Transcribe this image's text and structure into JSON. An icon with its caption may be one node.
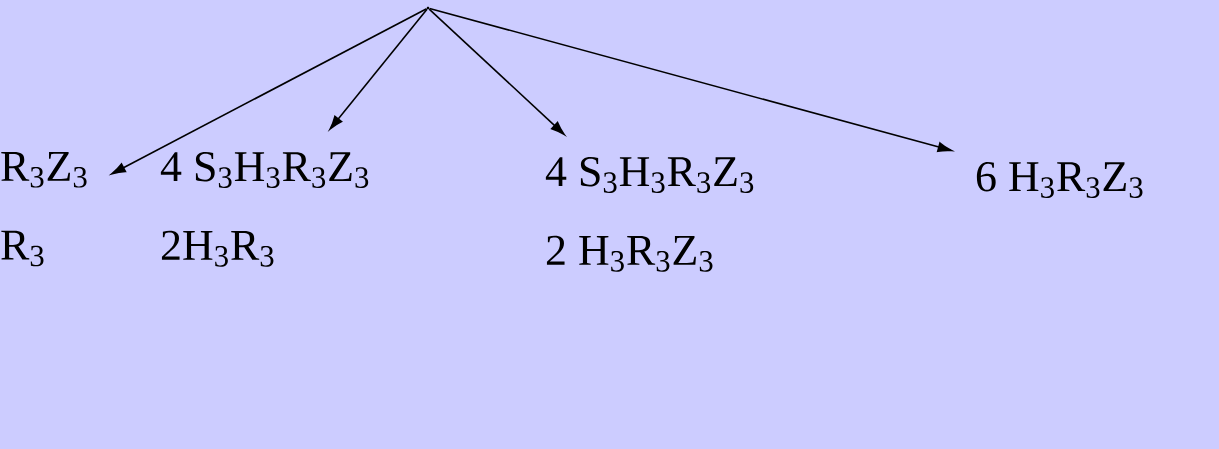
{
  "diagram": {
    "nodes": [
      {
        "text": [],
        "shape": "point"
      },
      {
        "text": [
          "R$_{3}$Z$_{3}$",
          "R$_{3}$"
        ]
      },
      {
        "text": [
          "4 S$_{3}$H$_{3}$R$_{3}$Z$_{3}$",
          "2H$_{3}$R$_{3}$"
        ]
      },
      {
        "text": [
          "4 S$_{3}$H$_{3}$R$_{3}$Z$_{3}$",
          "2 H$_{3}$R$_{3}$Z$_{3}$"
        ]
      },
      {
        "text": [
          "6 H$_{3}$R$_{3}$Z$_{3}$"
        ]
      }
    ],
    "edges": [
      {
        "from": 0,
        "to": 1,
        "arrow": "to"
      },
      {
        "from": 0,
        "to": 2,
        "arrow": "to"
      },
      {
        "from": 0,
        "to": 3,
        "arrow": "to"
      },
      {
        "from": 0,
        "to": 4,
        "arrow": "to"
      }
    ]
  }
}
